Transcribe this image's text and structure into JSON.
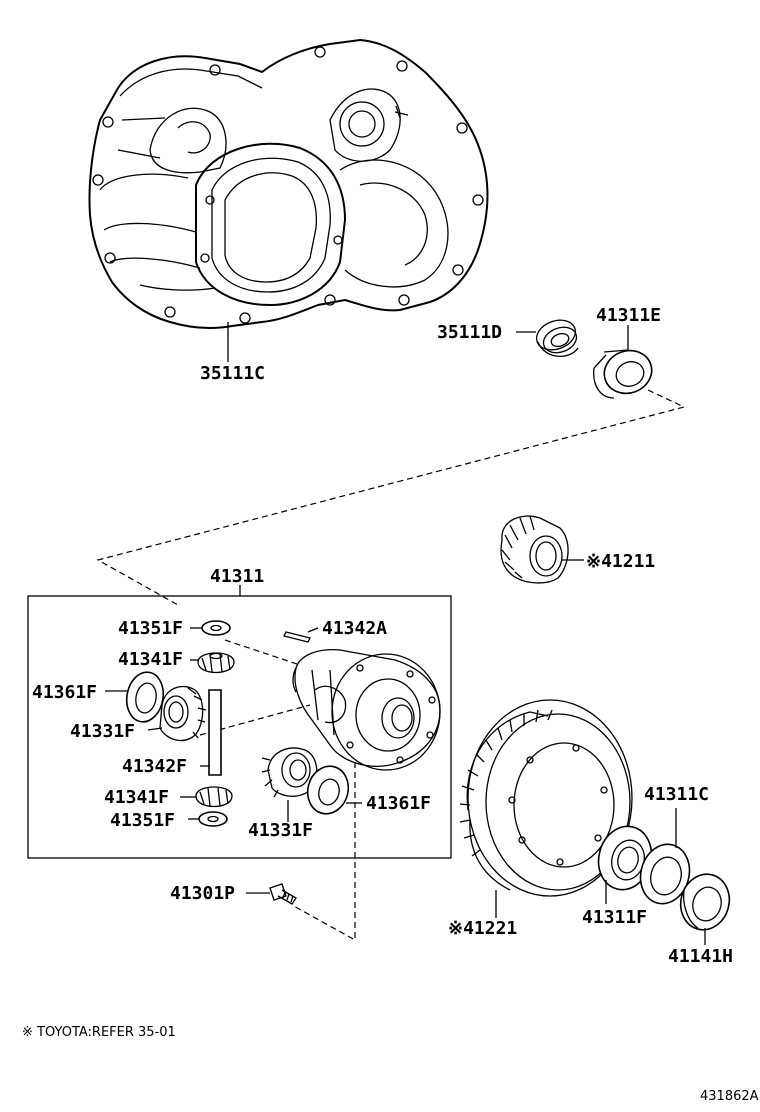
{
  "diagram": {
    "labels": {
      "transaxle_case": "35111C",
      "oil_seal": "35111D",
      "bearing_e": "41311E",
      "diff_case_assy": "41311",
      "speedometer_gear": "※41211",
      "washer_upper": "41351F",
      "pinion_shaft_pin": "41342A",
      "pinion_upper": "41341F",
      "side_washer_left": "41361F",
      "side_gear_left": "41331F",
      "pinion_shaft": "41342F",
      "pinion_lower": "41341F",
      "washer_lower": "41351F",
      "side_gear_right": "41331F",
      "side_washer_right": "41361F",
      "ring_gear_bolt": "41301P",
      "ring_gear": "※41221",
      "bearing_c": "41311C",
      "bearing_f": "41311F",
      "shim": "41141H"
    },
    "footnote": "※ TOYOTA:REFER 35-01",
    "figure_code": "431862A"
  }
}
